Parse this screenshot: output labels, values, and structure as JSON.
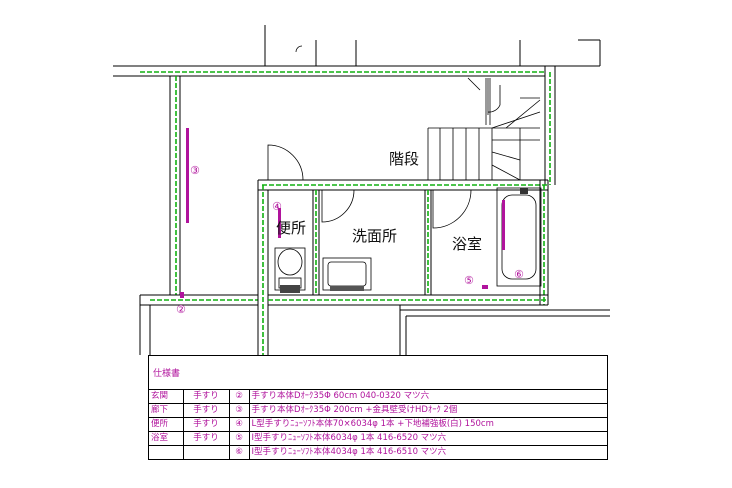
{
  "rooms": {
    "stairs": "階段",
    "toilet": "便所",
    "washroom": "洗面所",
    "bathroom": "浴室"
  },
  "markers": {
    "m2": "②",
    "m3": "③",
    "m4": "④",
    "m5": "⑤",
    "m6": "⑥"
  },
  "spec": {
    "title": "仕様書",
    "rows": [
      {
        "location": "玄関",
        "item": "手すり",
        "no": "②",
        "desc": "手すり本体Dｵｰｸ35Φ 60cm 040-0320 マツ六"
      },
      {
        "location": "廊下",
        "item": "手すり",
        "no": "③",
        "desc": "手すり本体Dｵｰｸ35Φ 200cm +金具壁受けHDｵｰｸ 2個"
      },
      {
        "location": "便所",
        "item": "手すり",
        "no": "④",
        "desc": "L型手すりﾆｭｰｿﾌﾄ本体70×6034φ 1本 +下地補強板(白) 150cm"
      },
      {
        "location": "浴室",
        "item": "手すり",
        "no": "⑤",
        "desc": "I型手すりﾆｭｰｿﾌﾄ本体6034φ 1本 416-6520 マツ六"
      },
      {
        "location": "",
        "item": "",
        "no": "⑥",
        "desc": "I型手すりﾆｭｰｿﾌﾄ本体4034φ 1本 416-6510 マツ六"
      }
    ]
  },
  "colors": {
    "wall_finish": "#12b012",
    "handrail": "#b0139c"
  }
}
